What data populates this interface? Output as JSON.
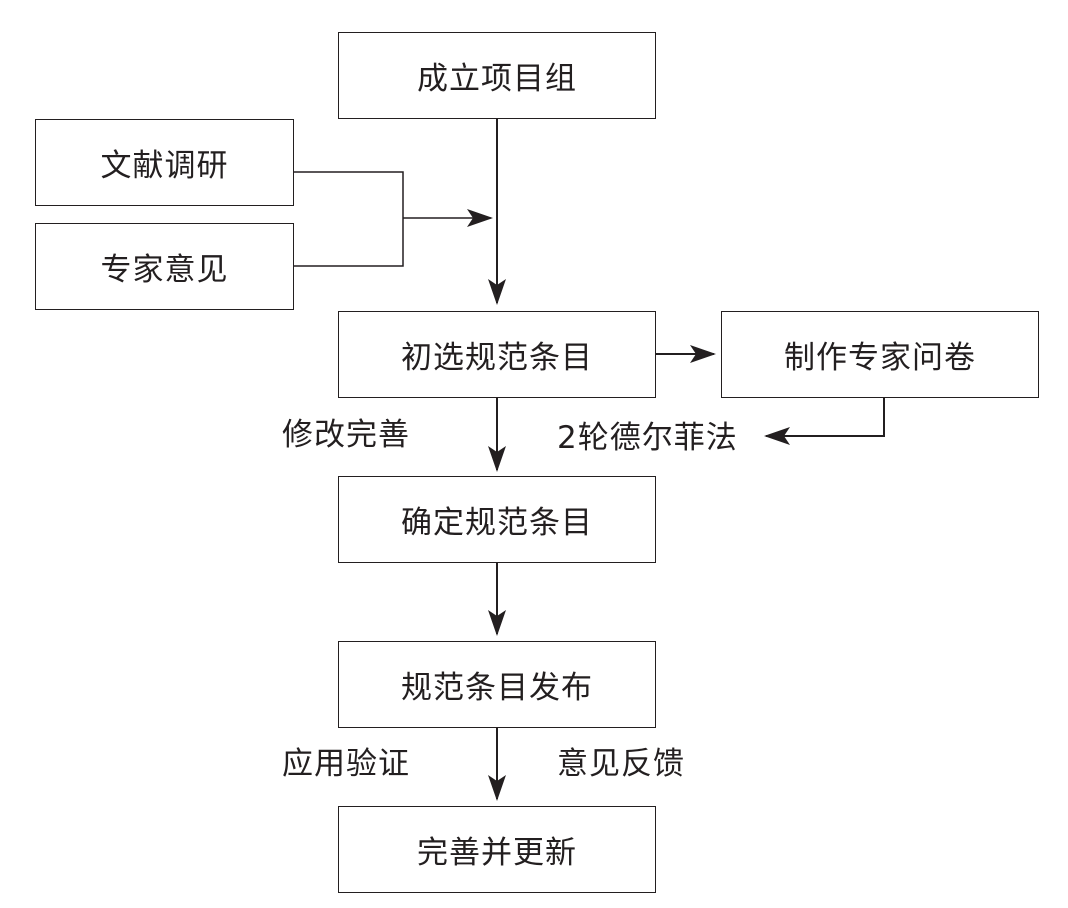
{
  "nodes": {
    "establish_team": "成立项目组",
    "literature_review": "文献调研",
    "expert_opinion": "专家意见",
    "initial_selection": "初选规范条目",
    "make_questionnaire": "制作专家问卷",
    "confirm_items": "确定规范条目",
    "publish_items": "规范条目发布",
    "improve_update": "完善并更新"
  },
  "edge_labels": {
    "revise_improve": "修改完善",
    "delphi_rounds": "2轮德尔菲法",
    "application_validation": "应用验证",
    "feedback": "意见反馈"
  },
  "colors": {
    "line": "#231f20",
    "text": "#231f20",
    "background": "#ffffff"
  }
}
